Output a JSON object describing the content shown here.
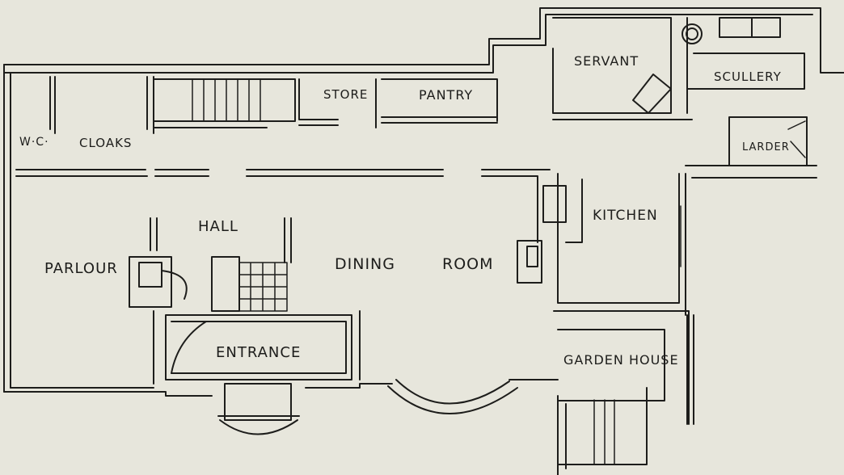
{
  "labels": {
    "wc": "W·C·",
    "cloaks": "CLOAKS",
    "store": "STORE",
    "pantry": "PANTRY",
    "servant": "SERVANT",
    "scullery": "SCULLERY",
    "larder": "LARDER",
    "hall": "HALL",
    "parlour": "PARLOUR",
    "dining": "DINING",
    "room": "ROOM",
    "kitchen": "KITCHEN",
    "entrance": "ENTRANCE",
    "garden_house": "GARDEN HOUSE"
  },
  "colors": {
    "paper": "#e7e6dc",
    "ink": "#1d1d1b"
  }
}
